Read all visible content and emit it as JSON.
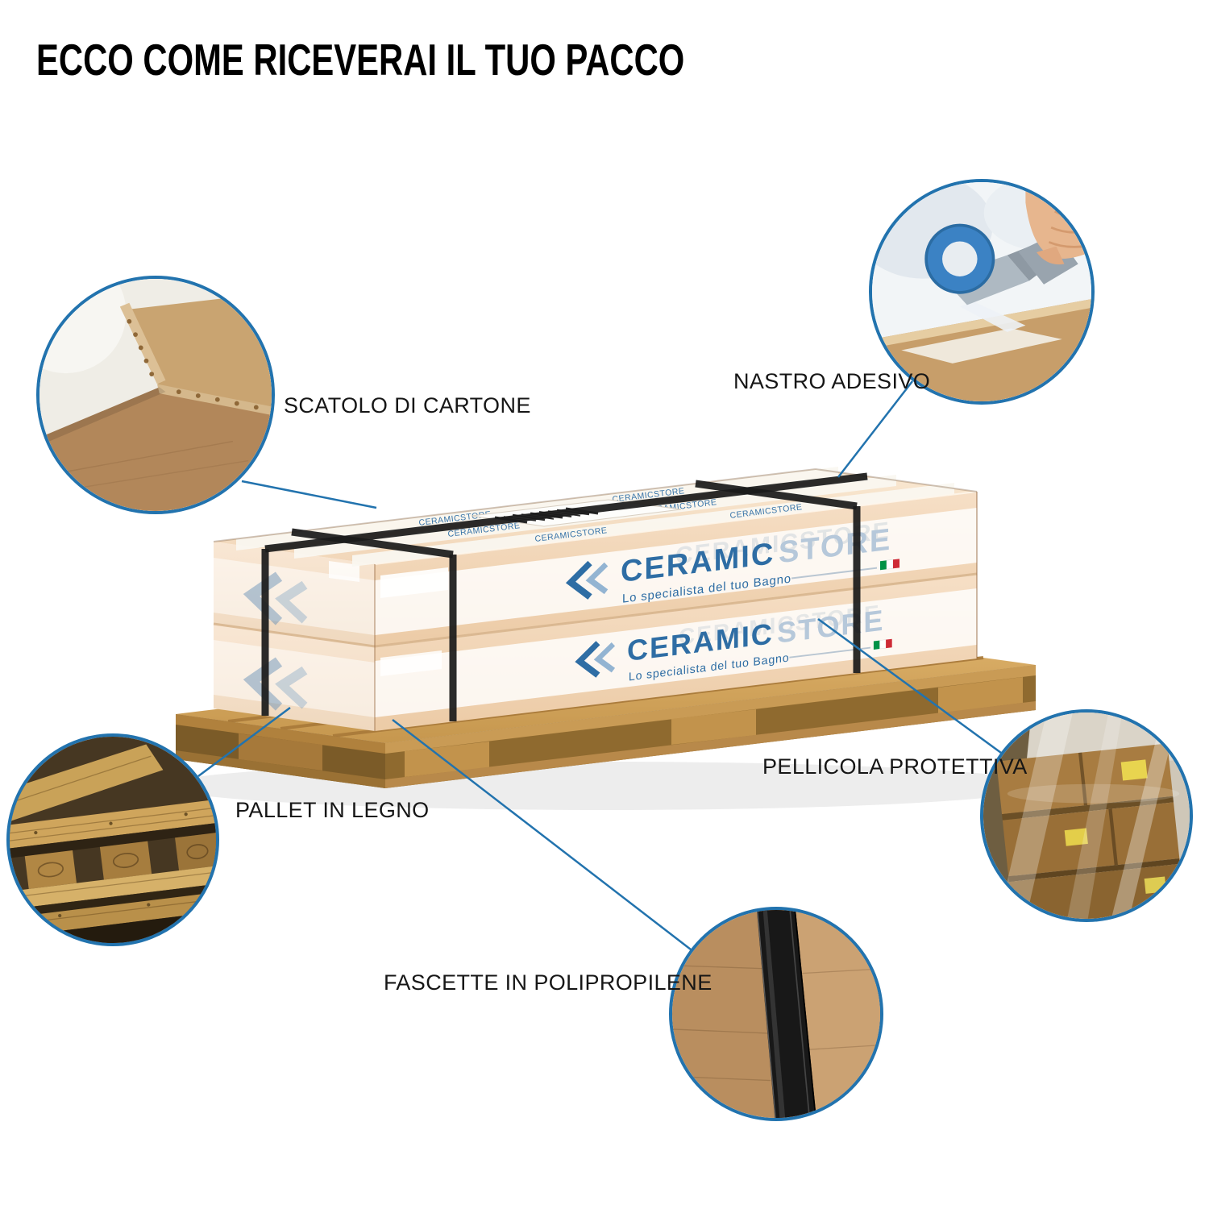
{
  "page": {
    "title": "ECCO COME RICEVERAI IL TUO PACCO"
  },
  "callouts": {
    "cardboard": {
      "label": "SCATOLO DI CARTONE"
    },
    "tape": {
      "label": "NASTRO ADESIVO"
    },
    "film": {
      "label": "PELLICOLA PROTETTIVA"
    },
    "pallet": {
      "label": "PALLET IN LEGNO"
    },
    "straps": {
      "label": "FASCETTE IN POLIPROPILENE"
    }
  },
  "package": {
    "brand": "CERAMIC",
    "brand_suffix": "STORE",
    "tagline": "Lo specialista del tuo Bagno",
    "tape_brand": "CERAMICSTORE"
  },
  "colors": {
    "accent": "#2273AE",
    "brand_blue": "#2E6DA4",
    "box_peach": "#F3DABD",
    "wood": "#C99B55",
    "strap": "#1B1B1B"
  }
}
